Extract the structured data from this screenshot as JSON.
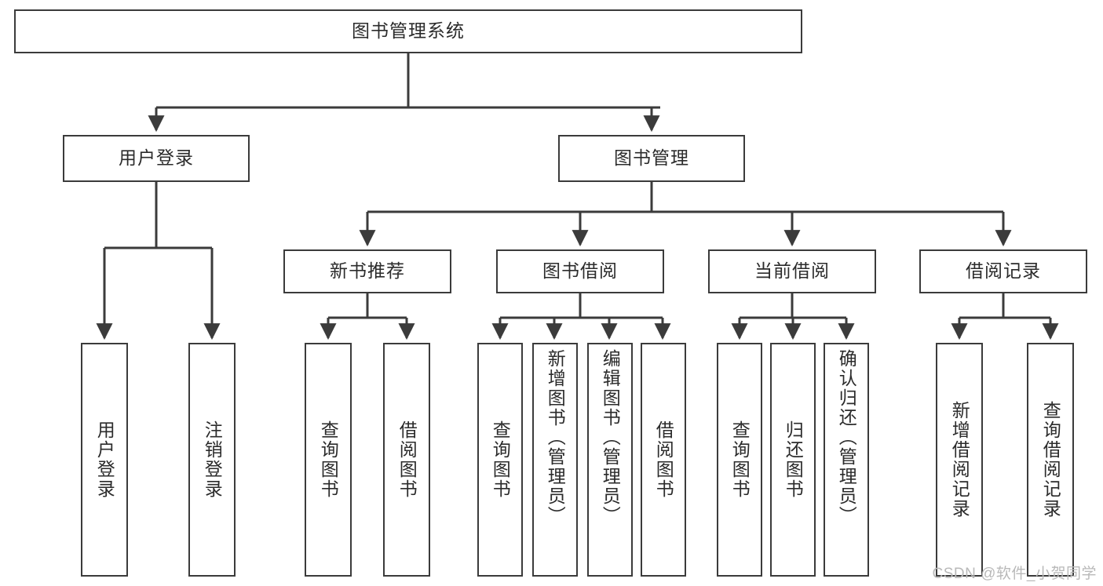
{
  "diagram": {
    "type": "tree",
    "title_node": {
      "label": "图书管理系统"
    },
    "level2": [
      {
        "id": "user-login",
        "label": "用户登录"
      },
      {
        "id": "book-manage",
        "label": "图书管理"
      }
    ],
    "level3": [
      {
        "id": "new-book-recommend",
        "label": "新书推荐"
      },
      {
        "id": "book-borrow",
        "label": "图书借阅"
      },
      {
        "id": "current-borrow",
        "label": "当前借阅"
      },
      {
        "id": "borrow-record",
        "label": "借阅记录"
      }
    ],
    "leaves": [
      {
        "id": "leaf-user-login",
        "label": "用户登录",
        "parent": "user-login"
      },
      {
        "id": "leaf-user-logout",
        "label": "注销登录",
        "parent": "user-login"
      },
      {
        "id": "leaf-query-book-1",
        "label": "查询图书",
        "parent": "new-book-recommend"
      },
      {
        "id": "leaf-borrow-book-1",
        "label": "借阅图书",
        "parent": "new-book-recommend"
      },
      {
        "id": "leaf-query-book-2",
        "label": "查询图书",
        "parent": "book-borrow"
      },
      {
        "id": "leaf-add-book",
        "label": "新增图书（管理员）",
        "parent": "book-borrow"
      },
      {
        "id": "leaf-edit-book",
        "label": "编辑图书（管理员）",
        "parent": "book-borrow"
      },
      {
        "id": "leaf-borrow-book-2",
        "label": "借阅图书",
        "parent": "book-borrow"
      },
      {
        "id": "leaf-query-book-3",
        "label": "查询图书",
        "parent": "current-borrow"
      },
      {
        "id": "leaf-return-book",
        "label": "归还图书",
        "parent": "current-borrow"
      },
      {
        "id": "leaf-confirm-return",
        "label": "确认归还（管理员）",
        "parent": "current-borrow"
      },
      {
        "id": "leaf-add-borrow-record",
        "label": "新增借阅记录",
        "parent": "borrow-record"
      },
      {
        "id": "leaf-query-borrow-record",
        "label": "查询借阅记录",
        "parent": "borrow-record"
      }
    ]
  },
  "watermark": {
    "text": "CSDN @软件_小贺同学"
  },
  "colors": {
    "box_border": "#3b3b3b",
    "box_fill": "#ffffff",
    "text": "#2b2b2b",
    "connector": "#3b3b3b",
    "watermark": "#b9b9b9",
    "background": "#ffffff"
  }
}
